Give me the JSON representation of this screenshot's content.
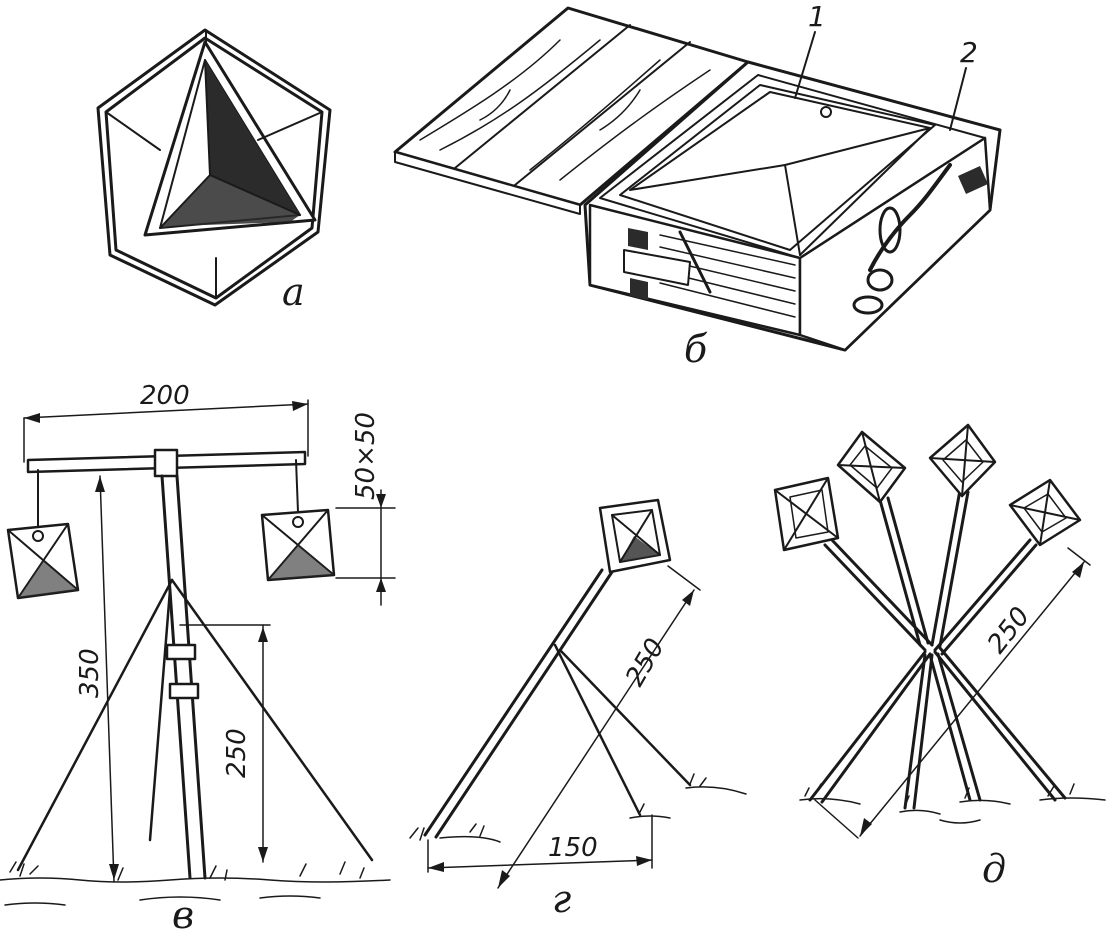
{
  "figure_labels": {
    "a": "а",
    "b": "б",
    "v": "в",
    "g": "г",
    "d": "д"
  },
  "callouts": {
    "one": "1",
    "two": "2"
  },
  "dimensions": {
    "width_200": "200",
    "section_50x50": "50×50",
    "height_350": "350",
    "height_250_v": "250",
    "length_250_g": "250",
    "base_150": "150",
    "length_250_d": "250"
  }
}
